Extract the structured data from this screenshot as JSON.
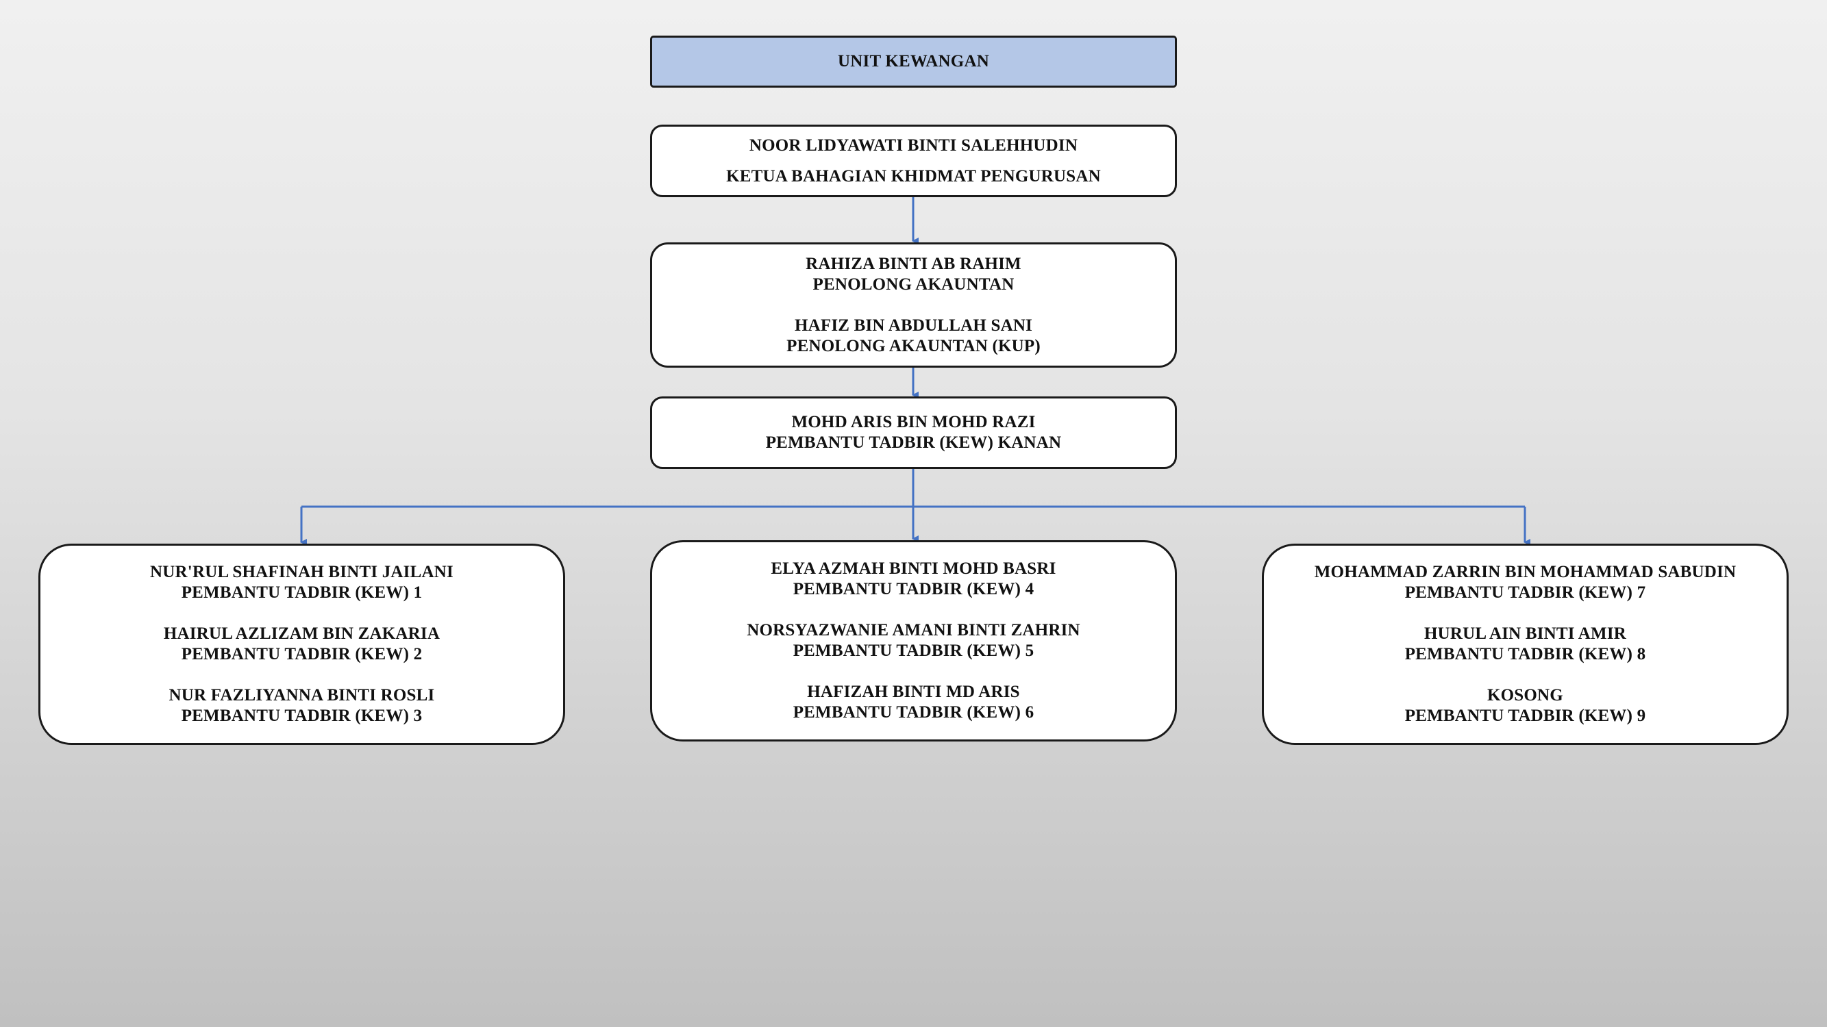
{
  "title": "UNIT KEWANGAN",
  "head": {
    "name": "NOOR LIDYAWATI BINTI SALEHHUDIN",
    "position": "KETUA BAHAGIAN KHIDMAT PENGURUSAN"
  },
  "accountants": [
    {
      "name": "RAHIZA BINTI AB RAHIM",
      "position": "PENOLONG AKAUNTAN"
    },
    {
      "name": "HAFIZ BIN ABDULLAH SANI",
      "position": "PENOLONG AKAUNTAN (KUP)"
    }
  ],
  "supervisor": {
    "name": "MOHD ARIS BIN MOHD RAZI",
    "position": "PEMBANTU TADBIR (KEW) KANAN"
  },
  "groups": [
    {
      "members": [
        {
          "name": "NUR'RUL SHAFINAH BINTI JAILANI",
          "position": "PEMBANTU TADBIR (KEW) 1"
        },
        {
          "name": "HAIRUL AZLIZAM BIN ZAKARIA",
          "position": "PEMBANTU TADBIR (KEW) 2"
        },
        {
          "name": "NUR FAZLIYANNA BINTI ROSLI",
          "position": "PEMBANTU TADBIR (KEW) 3"
        }
      ]
    },
    {
      "members": [
        {
          "name": "ELYA AZMAH BINTI MOHD BASRI",
          "position": "PEMBANTU TADBIR (KEW) 4"
        },
        {
          "name": "NORSYAZWANIE AMANI BINTI ZAHRIN",
          "position": "PEMBANTU TADBIR (KEW) 5"
        },
        {
          "name": "HAFIZAH BINTI MD ARIS",
          "position": "PEMBANTU TADBIR (KEW) 6"
        }
      ]
    },
    {
      "members": [
        {
          "name": "MOHAMMAD ZARRIN BIN MOHAMMAD SABUDIN",
          "position": "PEMBANTU TADBIR (KEW) 7"
        },
        {
          "name": "HURUL AIN BINTI AMIR",
          "position": "PEMBANTU TADBIR (KEW) 8"
        },
        {
          "name": "KOSONG",
          "position": "PEMBANTU TADBIR (KEW) 9"
        }
      ]
    }
  ],
  "colors": {
    "title_fill": "#b4c7e7",
    "connector": "#4472c4",
    "border": "#1a1a1a"
  }
}
